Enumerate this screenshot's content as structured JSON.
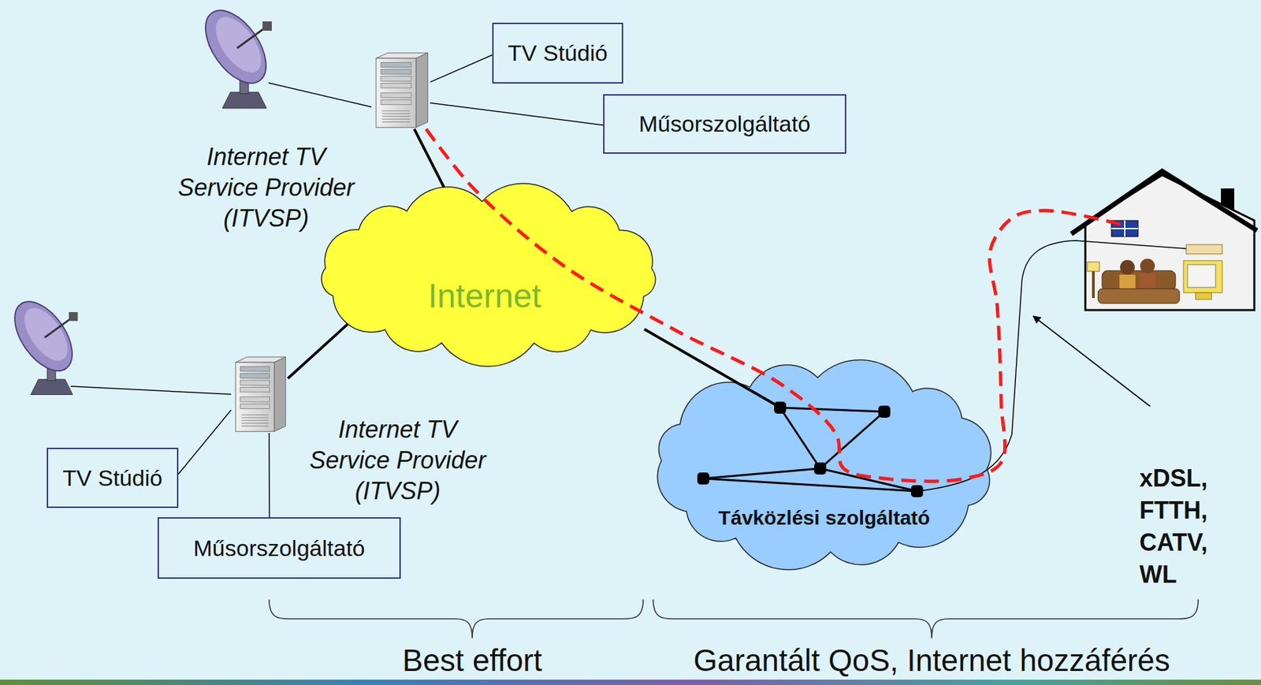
{
  "diagram": {
    "nodes": [
      {
        "text": [
          "TV Stúdió"
        ]
      },
      {
        "text": [
          "Internet TV Service Provider (ITVSP)"
        ]
      },
      {
        "text": [
          "Műsorszolgáltató"
        ]
      },
      {
        "text": [
          "Internet"
        ]
      },
      {
        "text": [
          "Internet TV Service Provider (ITVSP)"
        ]
      },
      {
        "text": [
          "TV Stúdió"
        ]
      },
      {
        "text": [
          "Távközlési szolgáltató"
        ]
      },
      {
        "text": [
          "Műsorszolgáltató"
        ]
      }
    ],
    "edges": [
      {
        "from": 1,
        "to": 0,
        "arrow": "none"
      },
      {
        "from": 1,
        "to": 2,
        "arrow": "none"
      },
      {
        "from": 1,
        "to": 3,
        "arrow": "none"
      },
      {
        "from": 4,
        "to": 3,
        "arrow": "none"
      },
      {
        "from": 4,
        "to": 5,
        "arrow": "none"
      },
      {
        "from": 4,
        "to": 7,
        "arrow": "none"
      },
      {
        "from": 3,
        "to": 6,
        "arrow": "none"
      }
    ],
    "labels": [
      "xDSL, FTTH, CATV, WL",
      "Best effort",
      "Garantált QoS, Internet hozzáférés"
    ]
  }
}
